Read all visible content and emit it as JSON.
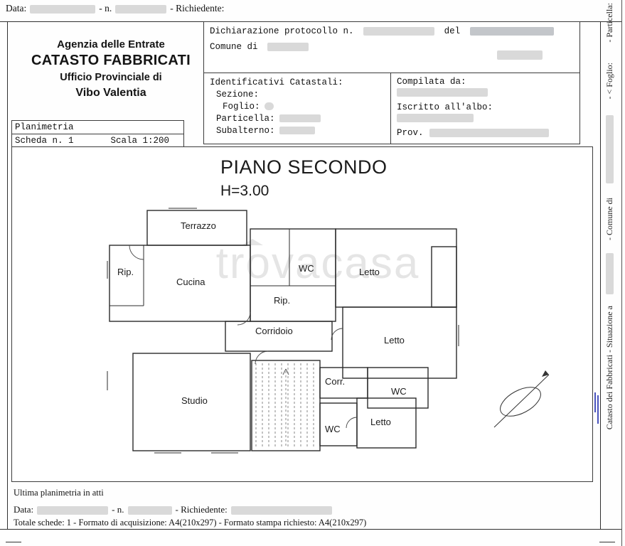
{
  "top_line": {
    "data_label": "Data:",
    "n_label": "- n.",
    "richiedente_label": "- Richiedente:"
  },
  "agency": {
    "line1": "Agenzia delle Entrate",
    "line2": "CATASTO FABBRICATI",
    "line3": "Ufficio Provinciale di",
    "line4": "Vibo Valentia"
  },
  "planimetria": {
    "title": "Planimetria",
    "scheda": "Scheda n. 1",
    "scala": "Scala 1:200"
  },
  "protocollo": {
    "line1_label": "Dichiarazione protocollo n.",
    "del_label": "del",
    "comune_label": "Comune di"
  },
  "identificativi": {
    "title": "Identificativi Catastali:",
    "sezione": "Sezione:",
    "foglio": "Foglio:",
    "particella": "Particella:",
    "subalterno": "Subalterno:"
  },
  "compilata": {
    "compilata_label": "Compilata da:",
    "iscritto_label": "Iscritto all'albo:",
    "prov_label": "Prov."
  },
  "plan": {
    "title": "PIANO SECONDO",
    "height_label": "H=3.00",
    "watermark": "trovacasa",
    "rooms": [
      {
        "label": "Terrazzo"
      },
      {
        "label": "Rip."
      },
      {
        "label": "Cucina"
      },
      {
        "label": "WC"
      },
      {
        "label": "Letto"
      },
      {
        "label": "Rip."
      },
      {
        "label": "Corridoio"
      },
      {
        "label": "Letto"
      },
      {
        "label": "Studio"
      },
      {
        "label": "Corr."
      },
      {
        "label": "WC"
      },
      {
        "label": "WC"
      },
      {
        "label": "Letto"
      }
    ]
  },
  "footer": {
    "ultima": "Ultima planimetria in atti",
    "data_label": "Data:",
    "n_label": "- n.",
    "richiedente_label": "- Richiedente:",
    "totale": "Totale schede: 1 - Formato di acquisizione: A4(210x297)  - Formato stampa richiesto: A4(210x297)"
  },
  "side": {
    "particella": "- Particella:",
    "foglio": "- < Foglio:",
    "comune": "- Comune di",
    "catasto": "Catasto dei Fabbricati - Situazione a"
  }
}
